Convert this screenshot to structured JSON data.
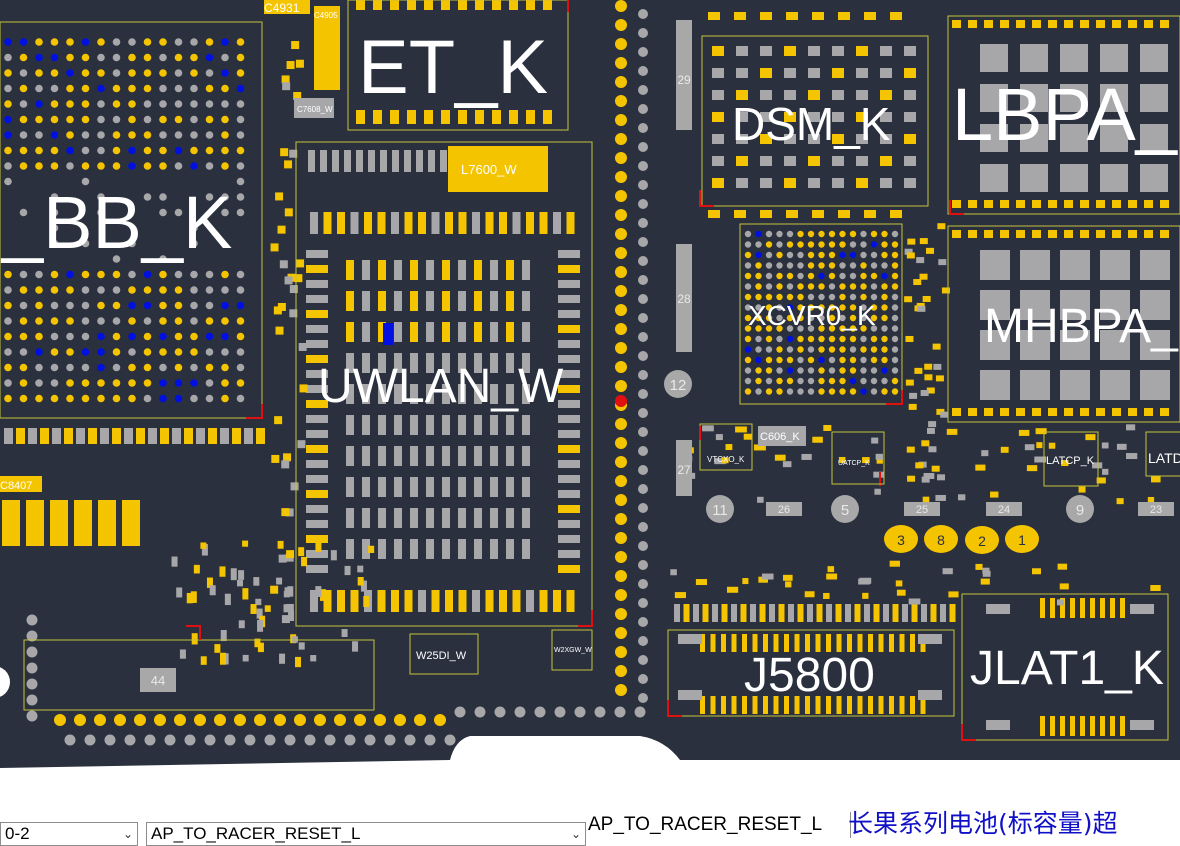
{
  "colors": {
    "board": "#2a303e",
    "pad_yellow": "#f5c400",
    "pad_gray": "#a7a7a9",
    "via_blue": "#0010e0",
    "outline": "#c7c23a",
    "marker_red": "#e01010",
    "badge_bg": "#a8a8a8",
    "badge_yellow": "#f5c400"
  },
  "components": {
    "et_k": "ET_K",
    "bb_k": "_BB_K",
    "dsm_k": "DSM_K",
    "lbpa": "LBPA_",
    "uwlan_w": "UWLAN_W",
    "xcvr0_k": "XCVR0_K",
    "mhbpa": "MHBPA_",
    "j5800": "J5800",
    "jlat1_k": "JLAT1_K",
    "c4931": "C4931",
    "c4905": "C4905",
    "c7608_w": "C7608_W",
    "l7600_w": "L7600_W",
    "c8407": "C8407",
    "w25di_w": "W25DI_W",
    "w2xgw": "W2XGW_W",
    "vtcxo_k": "VTCXO_K",
    "c606_k": "C606_K",
    "uatcp_k": "UATCP_K",
    "latcp_k": "LATCP_K",
    "latd": "LATD"
  },
  "testpoints": {
    "tp29": "29",
    "tp28": "28",
    "tp27": "27",
    "tp12": "12",
    "tp11": "11",
    "tp26": "26",
    "tp5": "5",
    "tp25": "25",
    "tp24": "24",
    "tp9": "9",
    "tp23": "23",
    "tp3": "3",
    "tp8": "8",
    "tp2": "2",
    "tp1": "1",
    "tp44": "44"
  },
  "toolbar": {
    "board_select_value": "0-2",
    "net_select_value": "AP_TO_RACER_RESET_L",
    "net_display": "AP_TO_RACER_RESET_L",
    "banner_text": "长果系列电池(标容量)超"
  }
}
